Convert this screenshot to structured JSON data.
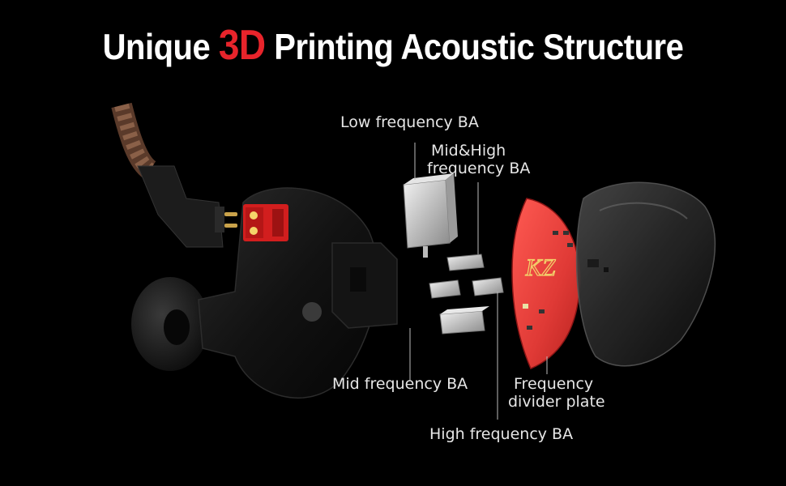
{
  "title": {
    "part1": "Unique",
    "highlight": "3D",
    "part2": "Printing Acoustic Structure"
  },
  "labels": {
    "low_ba": "Low frequency BA",
    "midhigh_ba_line1": "Mid&High",
    "midhigh_ba_line2": "frequency BA",
    "mid_ba": "Mid frequency BA",
    "divider_line1": "Frequency",
    "divider_line2": "divider plate",
    "high_ba": "High frequency BA"
  },
  "plate_logo": "KZ",
  "colors": {
    "background": "#000000",
    "title_white": "#ffffff",
    "title_red": "#e8242b",
    "plate_red": "#e03a36",
    "connector_red": "#d21e1e",
    "leader_line": "#bbbbbb"
  }
}
